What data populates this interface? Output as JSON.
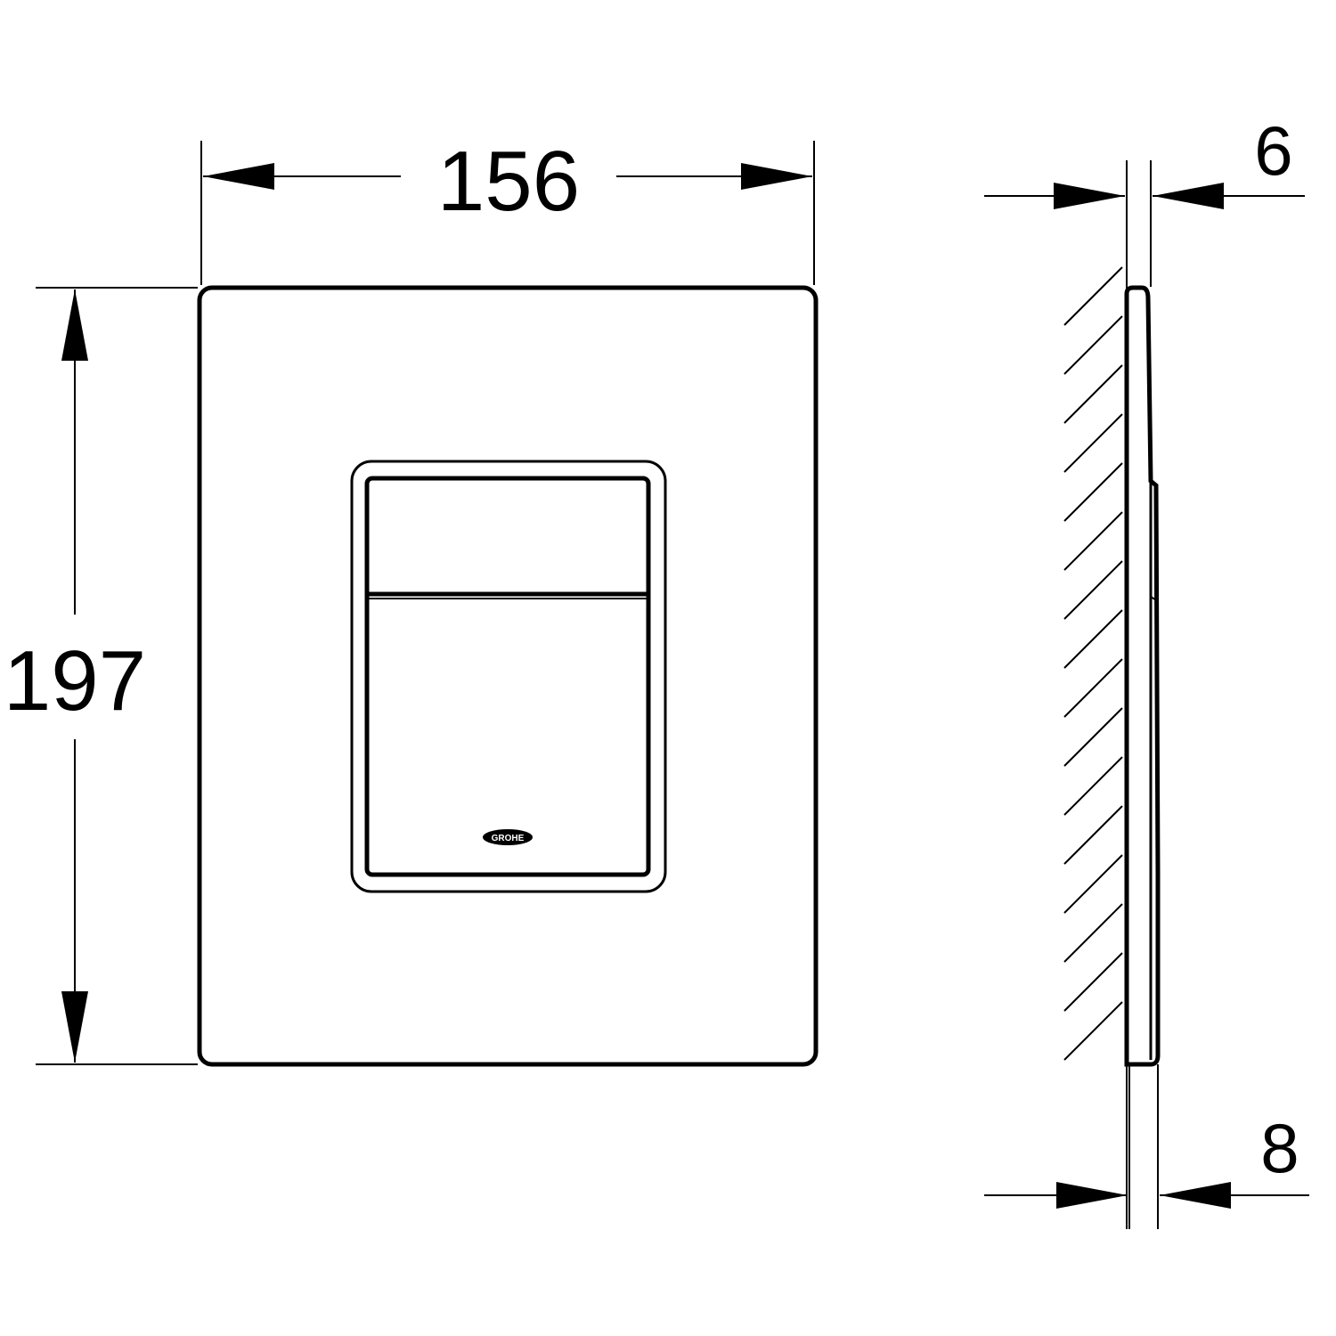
{
  "dimensions": {
    "width": "156",
    "height": "197",
    "plate_thickness": "6",
    "total_depth": "8"
  },
  "logo": "GROHE",
  "colors": {
    "line": "#000000",
    "background": "#ffffff"
  }
}
